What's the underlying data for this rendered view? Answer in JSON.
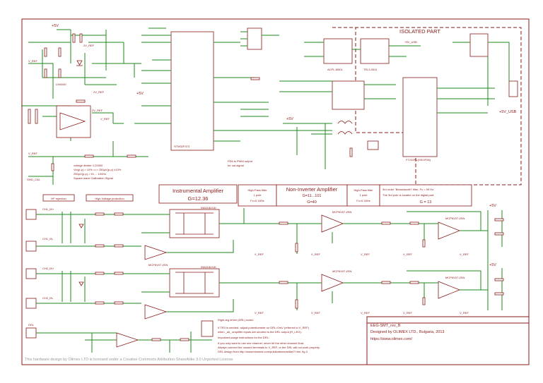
{
  "colors": {
    "wire": "#1f8a1f",
    "part": "#8b1a1a",
    "background": "#ffffff",
    "license_text": "#9a9a9a"
  },
  "isolated_part": {
    "title": "ISOLATED PART"
  },
  "chips": {
    "u_mcu_ref": "STM32F373",
    "u_opto": "ACPL-M50L",
    "u_iso_dcdc": "TEL3-0511",
    "u_usb": "FT232RL(SSOP28)",
    "u_ref": "LM4040",
    "u_ina_top": "INA118U/1K",
    "u_ina_bottom": "INA118U/1K",
    "u_gain_top": "MCP6V07-I/SN",
    "u_gain_bottom": "MCP6V07-I/SN",
    "u_bessel_top": "MCP6V07-I/SN",
    "u_bessel_bottom": "MCP6V07-I/SN",
    "u_drl": "MCP6V07-I/SN"
  },
  "nets": {
    "vcc": "+5V",
    "ref": "2V_REF",
    "vref": "V_REF",
    "vusb": "+5V_USB",
    "hv_inputs": [
      "CH1_IN+",
      "CH1_IN-",
      "CH2_IN+",
      "CH2_IN-",
      "DRL"
    ],
    "gnd_cal": "GND_CAL"
  },
  "notes": {
    "voltage_divider": "voltage divider 1:20000",
    "vin_line": "Vin(p-p) = 10%  ==>  250µV(p-p) ±10%",
    "freq_line": "250µV(p-p) = f/1 ... 100Hz",
    "square_wave": "Square wave Calibration Signal",
    "pd6_pwm": "PD6 is PWM output",
    "pd6_for_cal": "for cal-signal",
    "hf_rejection": "HF rejection",
    "high_voltage_protection": "High Voltage protection"
  },
  "stages": {
    "instrumental": {
      "title": "Instrumental Amplifier",
      "gain": "G=12.36"
    },
    "hp_filter_left": {
      "title": "High-Pass filter",
      "pole": "1 pole",
      "fc": "Fc=0.16Hz"
    },
    "non_inverter": {
      "title": "Non-Inverter Amplifier",
      "range": "G=11...101",
      "gain": "G=40"
    },
    "hp_filter_right": {
      "title": "High-Pass filter",
      "pole": "1 pole",
      "fc": "Fc=0.16Hz"
    },
    "bessel": {
      "line1": "3rd order \"Besselworth\" filter, Fc = 59 Hz.",
      "line2": "The 3rd pole is located on the digital part.",
      "gain": "G = 13"
    }
  },
  "drl_notes": {
    "title": "Right-leg driver (DRL) notes:",
    "lines": [
      "If TR3 is needed, adjust potentiometer so DRL=0mV (referred to V_REF)",
      "when _all_ amplifier inputs are shorted to the DRL output (R_LEG).",
      "Important usage instructions for the DRL:",
      "If you only want to use one channel, never let the other channel float.",
      "Always connect the unused terminals to V_REF, or the DRL will not work properly.",
      "DRL design from http://www.biosemi.com/publications/artikel7.htm, fig.3"
    ]
  },
  "title_block": {
    "name": "EEG-SMT_rev_B",
    "designed_by": "Designed by OLIMEX LTD., Bulgaria, 2013",
    "url": "https://www.olimex.com/"
  },
  "license": "This hardware design by Olimex LTD is licensed under a Creative Commons Attribution-ShareAlike 3.0 Unported License."
}
